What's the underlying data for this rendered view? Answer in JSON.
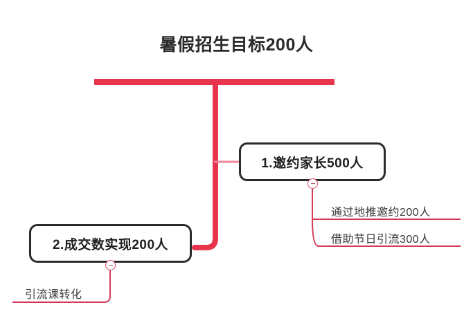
{
  "diagram": {
    "type": "mind-map",
    "title": "暑假招生目标200人",
    "accent_color": "#e8344c",
    "branch_color": "#d63a57",
    "node_border_color": "#2b2b2b",
    "background_color": "#ffffff",
    "toggle_icon": "minus-circle-icon",
    "root": {
      "label": "暑假招生目标200人",
      "bar_color": "#e8344c"
    },
    "topics": [
      {
        "id": "topic-1",
        "label": "1.邀约家长500人",
        "side": "right",
        "collapsed": false,
        "toggle_label": "−",
        "children": [
          {
            "id": "leaf-1a",
            "label": "通过地推邀约200人"
          },
          {
            "id": "leaf-1b",
            "label": "借助节日引流300人"
          }
        ]
      },
      {
        "id": "topic-2",
        "label": "2.成交数实现200人",
        "side": "left",
        "collapsed": false,
        "toggle_label": "−",
        "children": [
          {
            "id": "leaf-2a",
            "label": "引流课转化"
          }
        ]
      }
    ]
  }
}
